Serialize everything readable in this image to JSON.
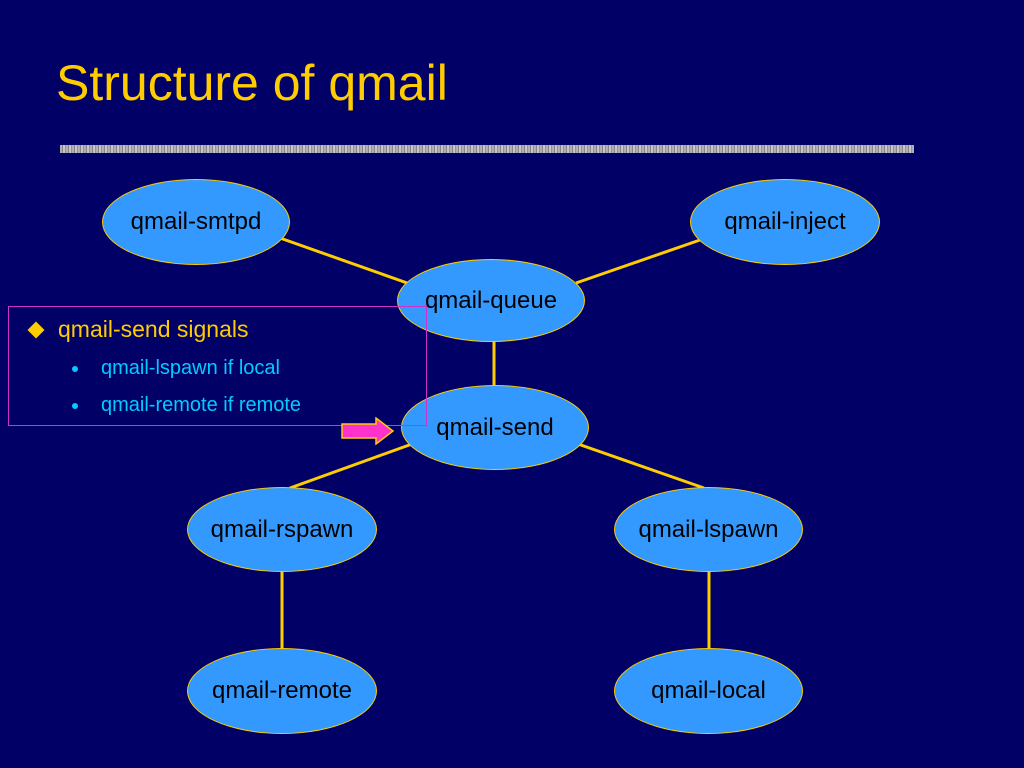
{
  "slide": {
    "title": "Structure of qmail"
  },
  "colors": {
    "background": "#000066",
    "title": "#FFCC00",
    "node_fill": "#3399FF",
    "node_border": "#FFCC00",
    "edge": "#FFCC00",
    "sub_bullet": "#00CCFF",
    "callout_border": "#CC33CC",
    "arrow_fill": "#FF33CC"
  },
  "diagram": {
    "nodes": {
      "smtpd": "qmail-smtpd",
      "inject": "qmail-inject",
      "queue": "qmail-queue",
      "send": "qmail-send",
      "rspawn": "qmail-rspawn",
      "lspawn": "qmail-lspawn",
      "remote": "qmail-remote",
      "local": "qmail-local"
    },
    "edges": [
      [
        "qmail-smtpd",
        "qmail-queue"
      ],
      [
        "qmail-inject",
        "qmail-queue"
      ],
      [
        "qmail-queue",
        "qmail-send"
      ],
      [
        "qmail-send",
        "qmail-rspawn"
      ],
      [
        "qmail-send",
        "qmail-lspawn"
      ],
      [
        "qmail-rspawn",
        "qmail-remote"
      ],
      [
        "qmail-lspawn",
        "qmail-local"
      ]
    ]
  },
  "callout": {
    "heading": "qmail-send signals",
    "items": [
      "qmail-lspawn if local",
      "qmail-remote if remote"
    ],
    "arrow_icon": "right-arrow-icon"
  }
}
